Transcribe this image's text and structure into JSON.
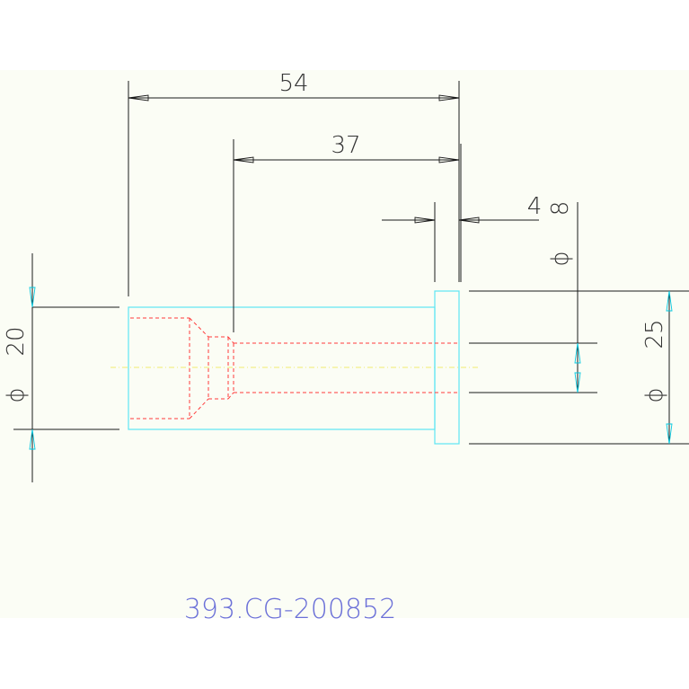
{
  "drawing": {
    "dimensions": {
      "overall_length": "54",
      "shank_length": "37",
      "head_thickness": "4",
      "bore_diameter": "8",
      "body_diameter": "20",
      "head_diameter": "25",
      "diameter_symbol": "ϕ"
    },
    "part_code": "393.CG-200852",
    "colors": {
      "part_outline": "#5ee6f2",
      "hidden_lines": "#ff3b3b",
      "center_line": "#f0ec70",
      "dimension_lines": "#1a1a1a",
      "dimension_arrows_vertical": "#00c8e0",
      "part_code_text": "#6b70d8",
      "paper_background": "#fbfdf5"
    }
  }
}
